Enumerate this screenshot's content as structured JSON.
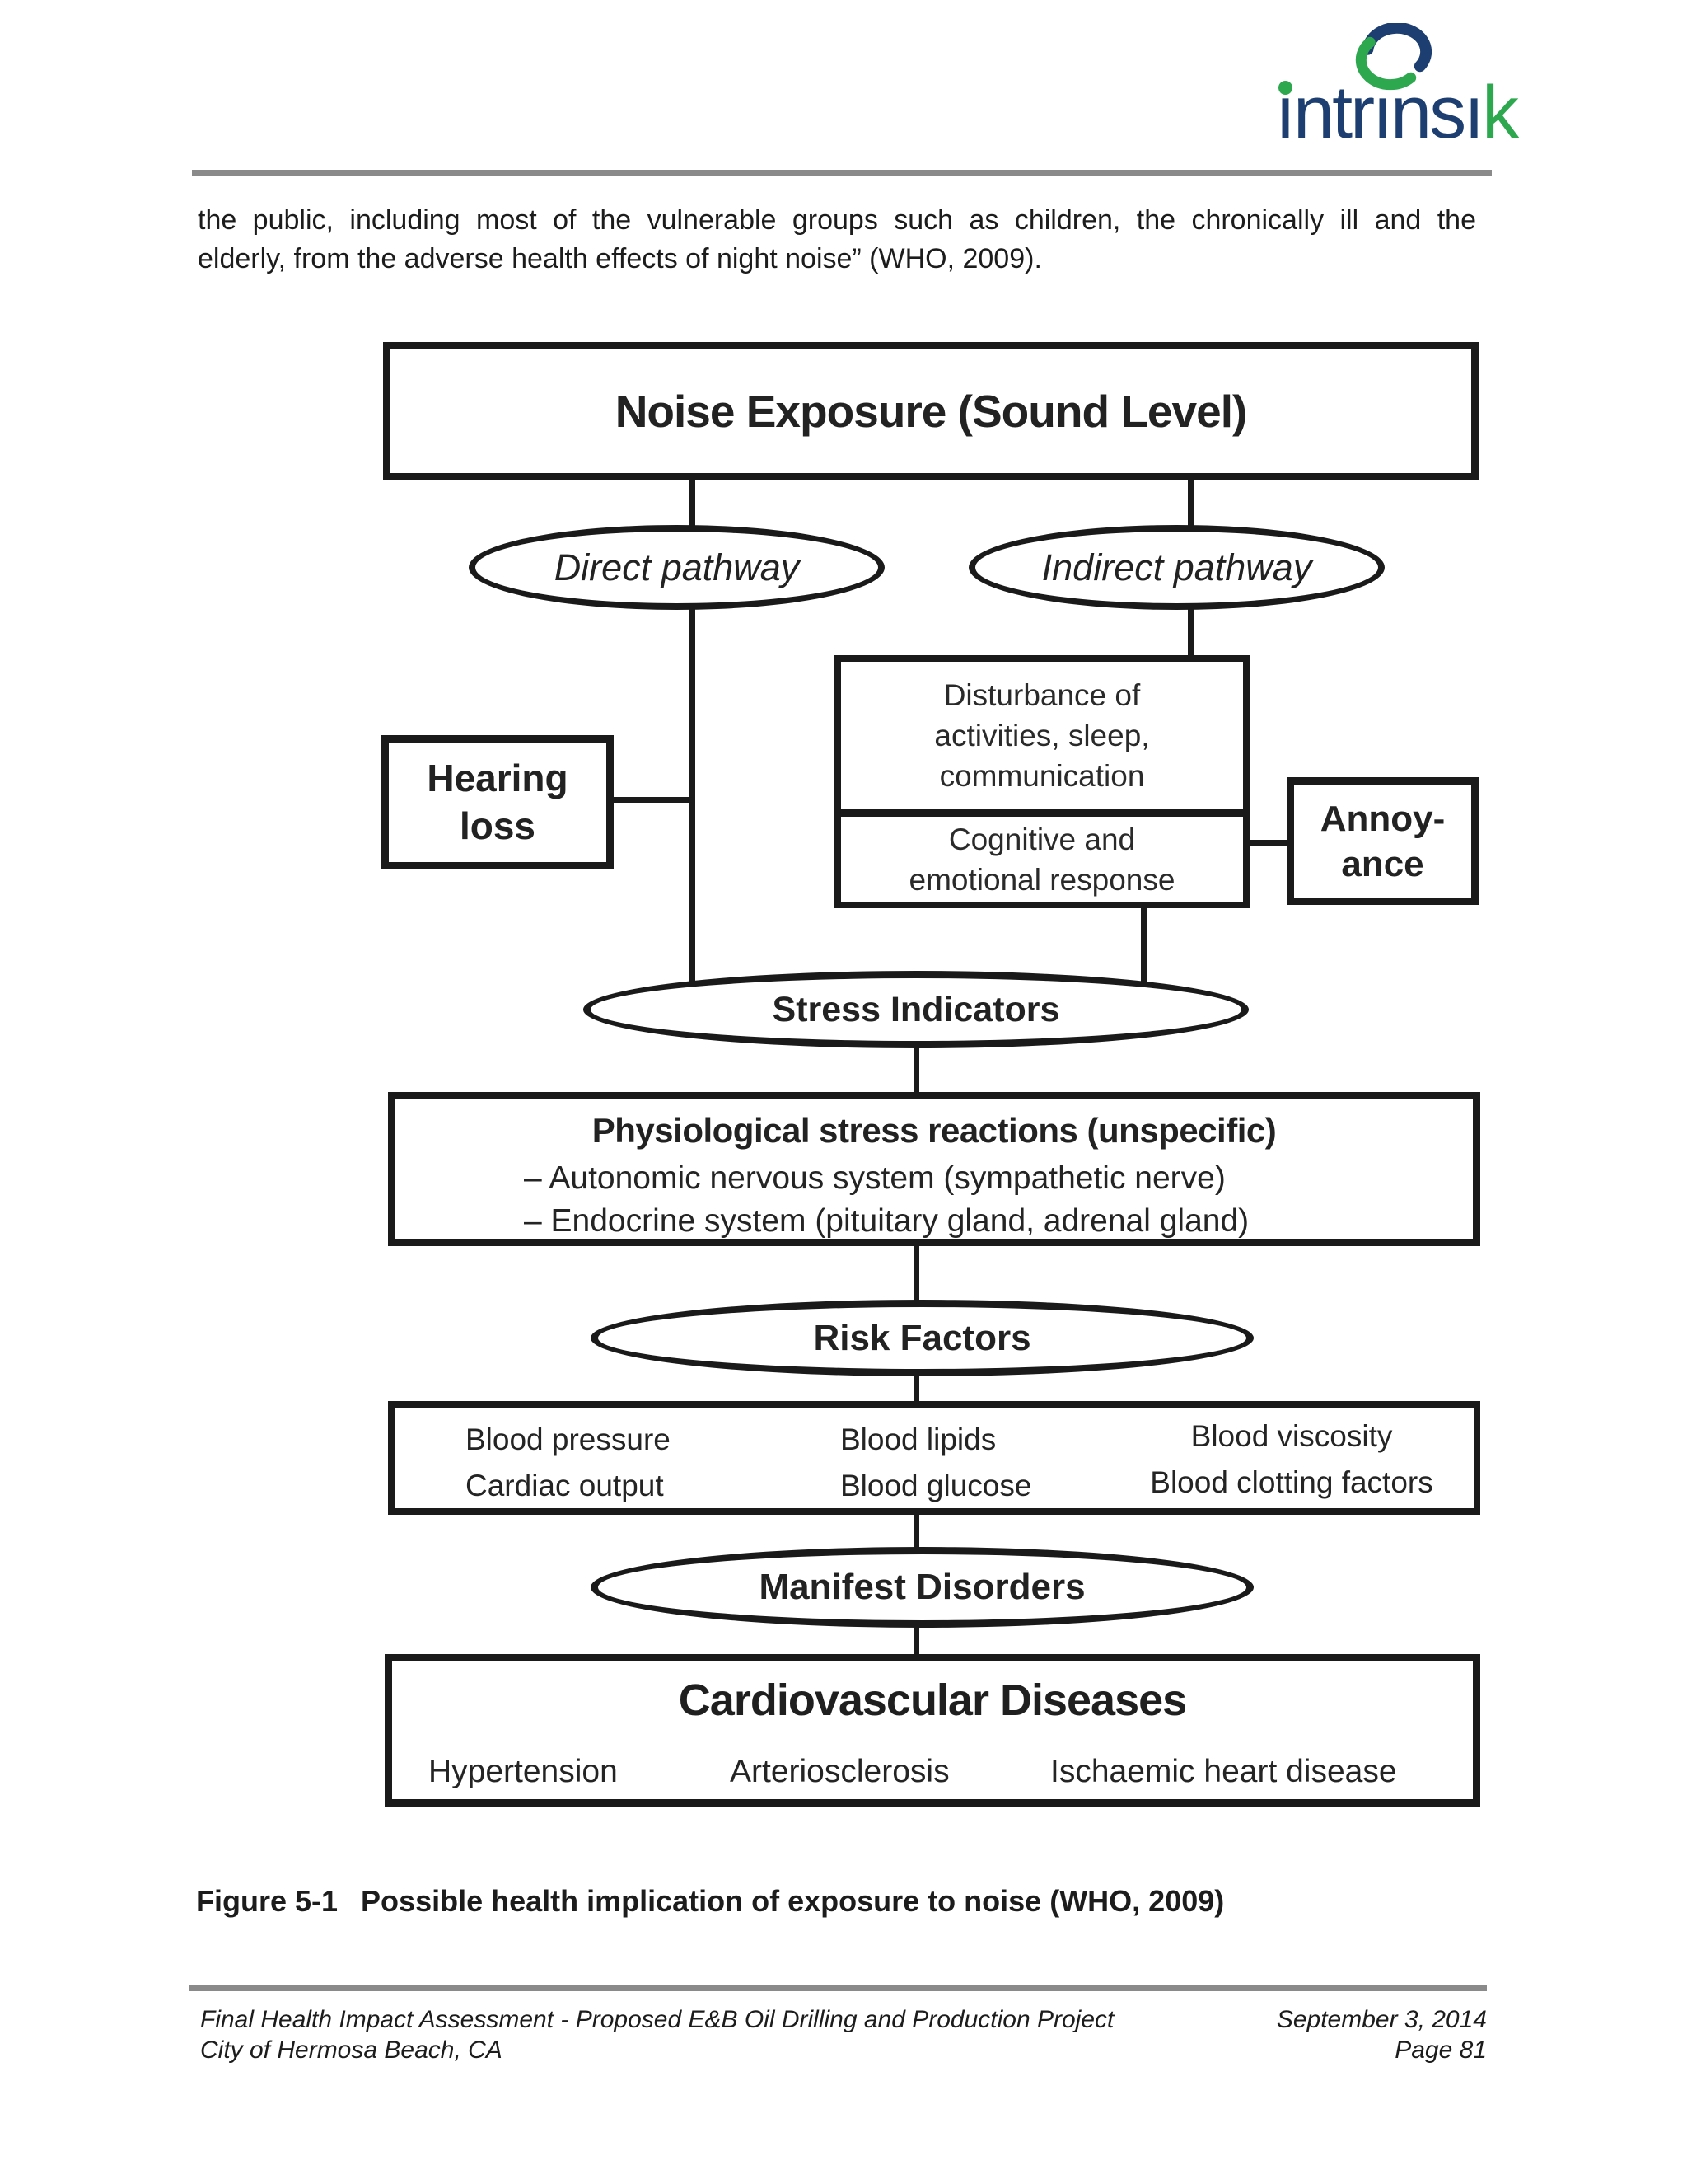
{
  "logo": {
    "wordmark_first": "ı",
    "wordmark_mid": "ntrınsı",
    "wordmark_accent": "k",
    "navy": "#1c3e70",
    "green": "#2ea84f"
  },
  "intro_paragraph": {
    "line1": "the public, including most of the vulnerable groups such as children, the chronically ill and the",
    "line2": "elderly, from the adverse health effects of night noise” (WHO, 2009)."
  },
  "diagram": {
    "top_box": "Noise Exposure (Sound Level)",
    "direct_pathway": "Direct pathway",
    "indirect_pathway": "Indirect pathway",
    "hearing_loss": {
      "line1": "Hearing",
      "line2": "loss"
    },
    "disturbance": {
      "line1": "Disturbance of",
      "line2": "activities, sleep,",
      "line3": "communication"
    },
    "cognitive": {
      "line1": "Cognitive and",
      "line2": "emotional response"
    },
    "annoyance": {
      "line1": "Annoy-",
      "line2": "ance"
    },
    "stress_indicators": "Stress Indicators",
    "physiological": {
      "title": "Physiological stress reactions (unspecific)",
      "bullet1": "– Autonomic nervous system (sympathetic nerve)",
      "bullet2": "– Endocrine system (pituitary gland, adrenal gland)"
    },
    "risk_factors": "Risk Factors",
    "risk_box": {
      "col1": [
        "Blood pressure",
        "Cardiac output"
      ],
      "col2": [
        "Blood lipids",
        "Blood glucose"
      ],
      "col3": [
        "Blood viscosity",
        "Blood clotting factors"
      ]
    },
    "manifest_disorders": "Manifest Disorders",
    "cvd_box": {
      "title": "Cardiovascular Diseases",
      "items": [
        "Hypertension",
        "Arteriosclerosis",
        "Ischaemic heart disease"
      ]
    }
  },
  "caption": {
    "label": "Figure 5-1",
    "text": "Possible health implication of exposure to noise (WHO, 2009)"
  },
  "footer": {
    "left_line1": "Final Health Impact Assessment - Proposed E&B Oil Drilling and Production Project",
    "left_line2": "City of Hermosa Beach, CA",
    "right_line1": "September 3, 2014",
    "right_line2": "Page 81"
  },
  "colors": {
    "rule_gray": "#8a8a8a",
    "diagram_ink": "#1a1a1a"
  }
}
